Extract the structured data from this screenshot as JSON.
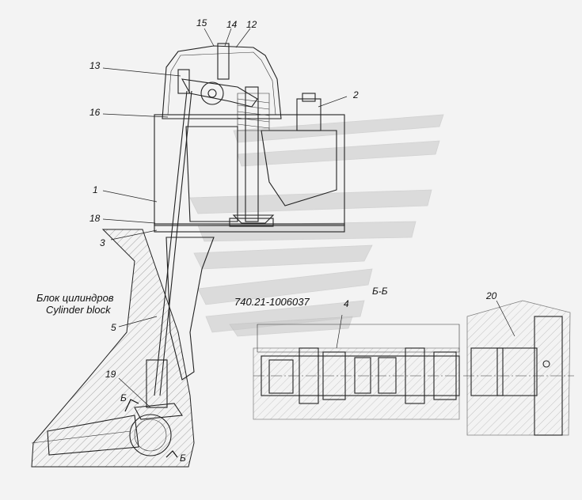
{
  "callouts": {
    "c15": "15",
    "c14": "14",
    "c12": "12",
    "c13": "13",
    "c2": "2",
    "c16": "16",
    "c1": "1",
    "c18": "18",
    "c3": "3",
    "c5": "5",
    "c19": "19",
    "c20": "20",
    "c4": "4"
  },
  "section_labels": {
    "bb_upper": "Б-Б",
    "b_top": "Б",
    "b_bottom": "Б"
  },
  "caption": {
    "ru": "Блок цилиндров",
    "en": "Cylinder block"
  },
  "part_number": "740.21-1006037"
}
